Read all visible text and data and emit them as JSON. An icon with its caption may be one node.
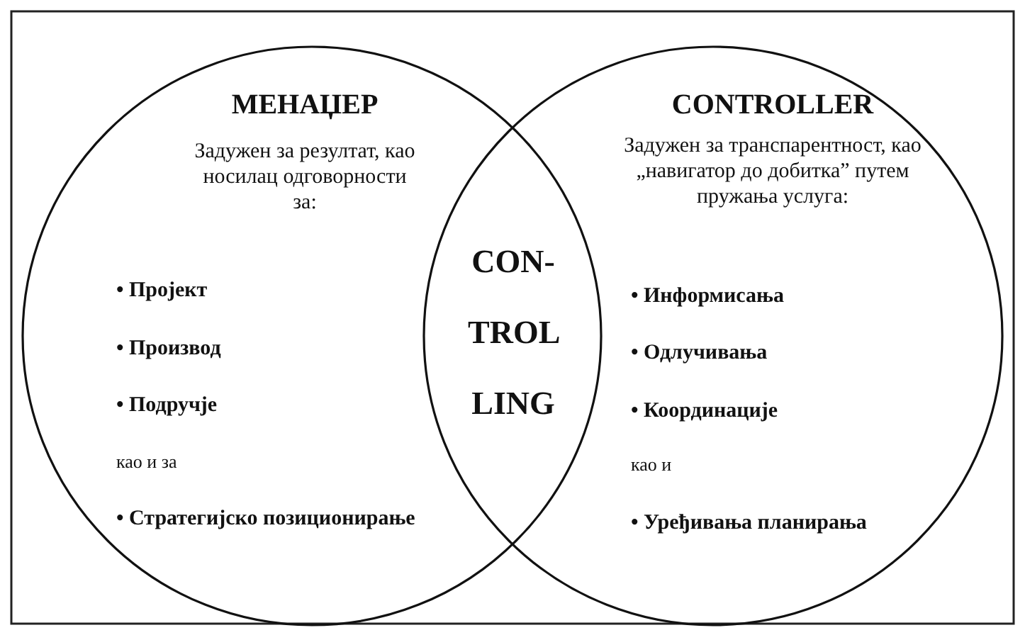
{
  "diagram": {
    "nodes": [
      {
        "text": [
          "МЕНАЏЕР",
          "Задужен за резултат, као носилац одговорности за:",
          "• Пројект",
          "• Производ",
          "• Подручје",
          "као и за",
          "• Стратегијско позиционирање"
        ]
      },
      {
        "text": [
          "CONTROLLER",
          "Задужен за транспарентност, као „навигатор до добитка” путем пружања услуга:",
          "• Информисања",
          "• Одлучивања",
          "• Координације",
          "као и",
          "• Уређивања планирања"
        ]
      }
    ],
    "labels": [
      "CON- TROL LING"
    ]
  }
}
